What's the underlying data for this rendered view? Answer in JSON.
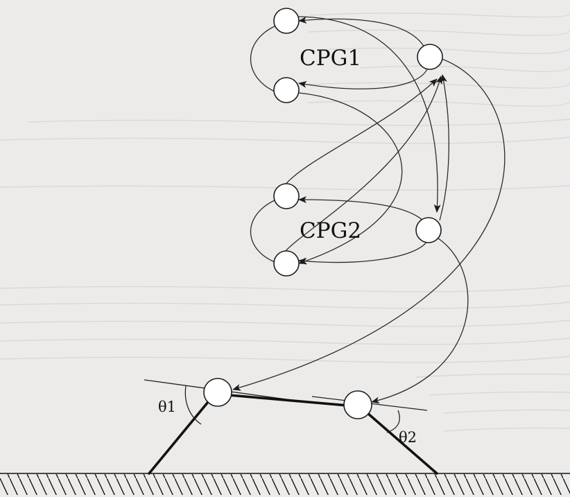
{
  "diagram": {
    "cpg_labels": [
      "CPG1",
      "CPG2"
    ],
    "angle_labels": [
      "θ1",
      "θ2"
    ]
  }
}
